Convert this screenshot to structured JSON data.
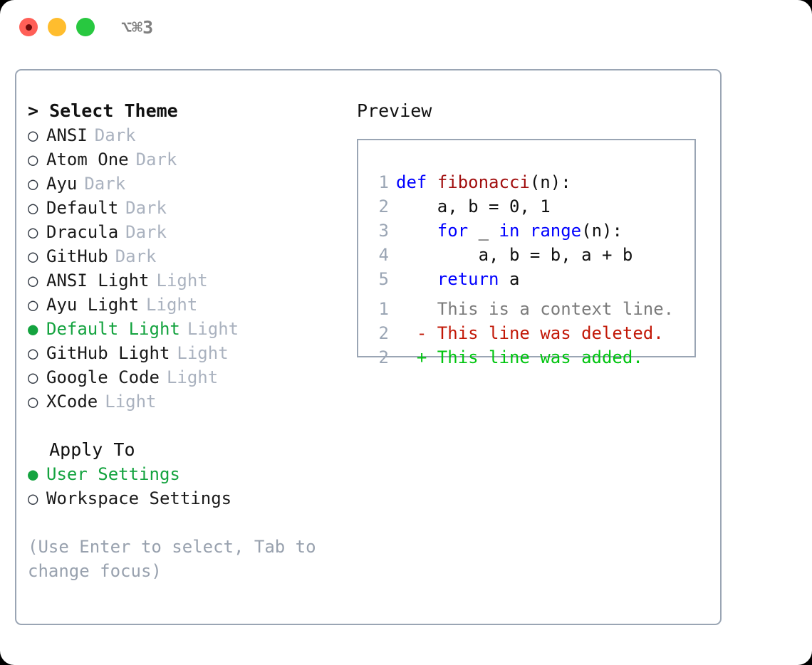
{
  "titlebar": {
    "shortcut": "⌥⌘3",
    "buttons": [
      {
        "name": "close",
        "color": "#ff5f57"
      },
      {
        "name": "minimize",
        "color": "#ffbd2e"
      },
      {
        "name": "zoom",
        "color": "#28c840"
      }
    ]
  },
  "theme_section": {
    "heading": "> Select Theme",
    "items": [
      {
        "marker": "○",
        "label": "ANSI",
        "tag": "Dark",
        "selected": false
      },
      {
        "marker": "○",
        "label": "Atom One",
        "tag": "Dark",
        "selected": false
      },
      {
        "marker": "○",
        "label": "Ayu",
        "tag": "Dark",
        "selected": false
      },
      {
        "marker": "○",
        "label": "Default",
        "tag": "Dark",
        "selected": false
      },
      {
        "marker": "○",
        "label": "Dracula",
        "tag": "Dark",
        "selected": false
      },
      {
        "marker": "○",
        "label": "GitHub",
        "tag": "Dark",
        "selected": false
      },
      {
        "marker": "○",
        "label": "ANSI Light",
        "tag": "Light",
        "selected": false
      },
      {
        "marker": "○",
        "label": "Ayu Light",
        "tag": "Light",
        "selected": false
      },
      {
        "marker": "●",
        "label": "Default Light",
        "tag": "Light",
        "selected": true
      },
      {
        "marker": "○",
        "label": "GitHub Light",
        "tag": "Light",
        "selected": false
      },
      {
        "marker": "○",
        "label": "Google Code",
        "tag": "Light",
        "selected": false
      },
      {
        "marker": "○",
        "label": "XCode",
        "tag": "Light",
        "selected": false
      }
    ]
  },
  "apply_section": {
    "heading": "  Apply To",
    "items": [
      {
        "marker": "●",
        "label": "User Settings",
        "tag": "",
        "selected": true
      },
      {
        "marker": "○",
        "label": "Workspace Settings",
        "tag": "",
        "selected": false
      }
    ]
  },
  "hint": "(Use Enter to select, Tab to change focus)",
  "preview": {
    "title": "Preview",
    "code_lines": [
      {
        "no": "1",
        "indent": "",
        "tokens": [
          {
            "t": "def",
            "c": "kw"
          },
          {
            "t": " ",
            "c": "pl"
          },
          {
            "t": "fibonacci",
            "c": "fn"
          },
          {
            "t": "(n):",
            "c": "pl"
          }
        ]
      },
      {
        "no": "2",
        "indent": "    ",
        "tokens": [
          {
            "t": "a, b = 0, 1",
            "c": "pl"
          }
        ]
      },
      {
        "no": "3",
        "indent": "    ",
        "tokens": [
          {
            "t": "for",
            "c": "kw"
          },
          {
            "t": " _ ",
            "c": "pl"
          },
          {
            "t": "in",
            "c": "kw"
          },
          {
            "t": " ",
            "c": "pl"
          },
          {
            "t": "range",
            "c": "kw"
          },
          {
            "t": "(n):",
            "c": "pl"
          }
        ]
      },
      {
        "no": "4",
        "indent": "        ",
        "tokens": [
          {
            "t": "a, b = b, a + b",
            "c": "pl"
          }
        ]
      },
      {
        "no": "5",
        "indent": "    ",
        "tokens": [
          {
            "t": "return",
            "c": "kw"
          },
          {
            "t": " a",
            "c": "pl"
          }
        ]
      }
    ],
    "diff_lines": [
      {
        "no": "1",
        "sign": " ",
        "text": "This is a context line.",
        "kind": "ctx"
      },
      {
        "no": "2",
        "sign": "-",
        "text": "This line was deleted.",
        "kind": "del"
      },
      {
        "no": "2",
        "sign": "+",
        "text": "This line was added.",
        "kind": "add"
      }
    ]
  },
  "colors": {
    "selected_green": "#14a33f",
    "tag_gray": "#aab2bf",
    "border": "#9aa5b4",
    "hint_gray": "#98a1ae",
    "keyword_blue": "#0000ff",
    "function_red": "#a10e0e",
    "diff_deleted": "#c21807",
    "diff_added": "#00c50f",
    "diff_context": "#7b7b7b"
  }
}
